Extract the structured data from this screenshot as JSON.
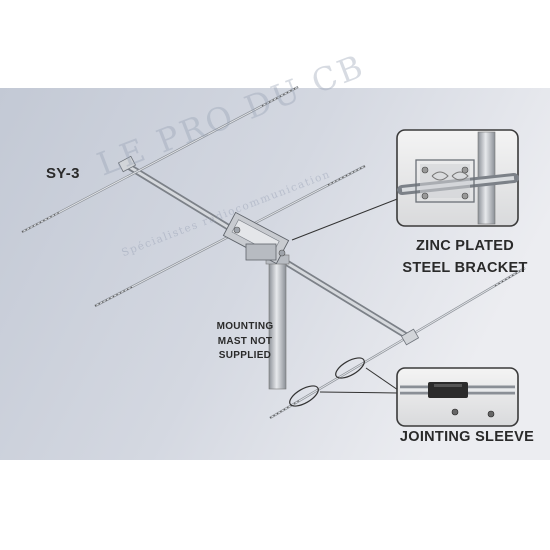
{
  "model": "SY-3",
  "labels": {
    "mounting": [
      "MOUNTING",
      "MAST NOT",
      "SUPPLIED"
    ],
    "bracket": [
      "ZINC PLATED",
      "STEEL BRACKET"
    ],
    "sleeve": "JOINTING SLEEVE"
  },
  "watermark": {
    "brand": "LE PRO DU CB",
    "tagline": "Spécialistes radiocommunication"
  },
  "colors": {
    "background": "#c4cad6",
    "element": "#a9aeb5",
    "label_text": "#2a2a2a"
  }
}
